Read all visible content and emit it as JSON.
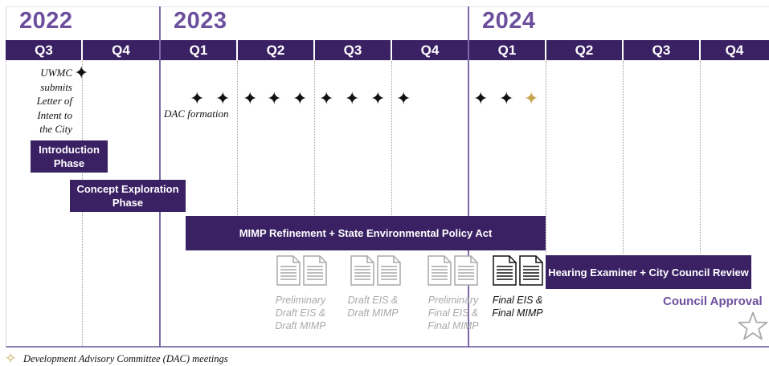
{
  "years": [
    "2022",
    "2023",
    "2024"
  ],
  "quarters": [
    "Q3",
    "Q4",
    "Q1",
    "Q2",
    "Q3",
    "Q4",
    "Q1",
    "Q2",
    "Q3",
    "Q4"
  ],
  "milestone_uwmc": [
    "UWMC",
    "submits",
    "Letter of",
    "Intent to",
    "the City"
  ],
  "dac_formation": "DAC formation",
  "phases": {
    "introduction": [
      "Introduction",
      "Phase"
    ],
    "concept": [
      "Concept Exploration",
      "Phase"
    ],
    "mimp": "MIMP Refinement + State Environmental Policy Act",
    "hearing": "Hearing Examiner + City Council Review"
  },
  "documents": [
    {
      "lines": [
        "Preliminary",
        "Draft EIS &",
        "Draft MIMP"
      ],
      "status": "gray"
    },
    {
      "lines": [
        "Draft EIS &",
        "Draft MIMP"
      ],
      "status": "gray"
    },
    {
      "lines": [
        "Preliminary",
        "Final EIS &",
        "Final MIMP"
      ],
      "status": "gray"
    },
    {
      "lines": [
        "Final EIS &",
        "Final MIMP"
      ],
      "status": "dark"
    }
  ],
  "council_approval": "Council Approval",
  "legend": "Development Advisory Committee (DAC) meetings",
  "colors": {
    "purple_dark": "#3a2164",
    "purple_year": "#6d4f9e",
    "gold": "#c8a550",
    "doc_gray": "#a9a9a9"
  },
  "icons": {
    "meeting": "four-point-star",
    "document": "document-icon",
    "approval": "star-outline"
  }
}
